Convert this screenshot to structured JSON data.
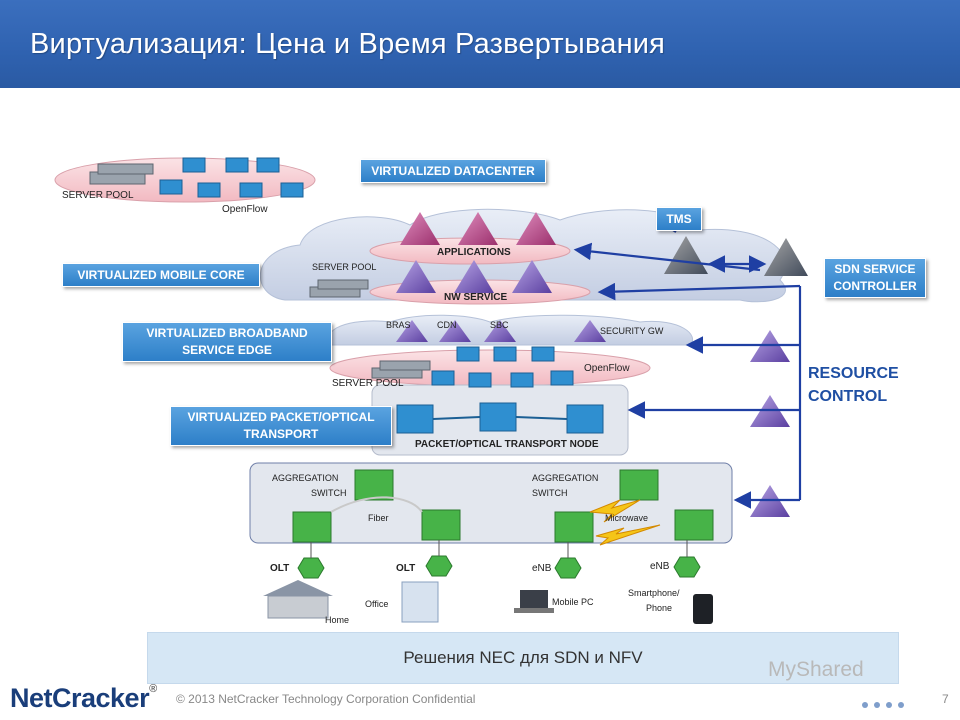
{
  "title": "Виртуализация: Цена и Время Развертывания",
  "boxes": {
    "virtualized_datacenter": "VIRTUALIZED DATACENTER",
    "tms": "TMS",
    "virtualized_mobile_core": "VIRTUALIZED MOBILE CORE",
    "sdn_service_controller_1": "SDN SERVICE",
    "sdn_service_controller_2": "CONTROLLER",
    "virtualized_broadband_1": "VIRTUALIZED BROADBAND",
    "virtualized_broadband_2": "SERVICE EDGE",
    "virtualized_packet_1": "VIRTUALIZED PACKET/OPTICAL",
    "virtualized_packet_2": "TRANSPORT"
  },
  "labels": {
    "server_pool_top": "SERVER POOL",
    "openflow_top": "OpenFlow",
    "applications": "APPLICATIONS",
    "server_pool_mid": "SERVER POOL",
    "nw_service": "NW SERVICE",
    "bras": "BRAS",
    "cdn": "CDN",
    "sbc": "SBC",
    "security_gw": "SECURITY GW",
    "server_pool_edge": "SERVER POOL",
    "openflow_edge": "OpenFlow",
    "packet_node": "PACKET/OPTICAL TRANSPORT NODE",
    "aggregation_1": "AGGREGATION",
    "switch_1": "SWITCH",
    "aggregation_2": "AGGREGATION",
    "switch_2": "SWITCH",
    "fiber": "Fiber",
    "microwave": "Microwave",
    "olt_1": "OLT",
    "olt_2": "OLT",
    "enb_1": "eNB",
    "enb_2": "eNB",
    "home": "Home",
    "office": "Office",
    "mobile_pc": "Mobile PC",
    "smartphone_1": "Smartphone/",
    "smartphone_2": "Phone"
  },
  "resource_control": {
    "line1": "RESOURCE",
    "line2": "CONTROL"
  },
  "banner": "Решения NEC для SDN и NFV",
  "footer": {
    "logo": "NetCracker",
    "reg": "®",
    "copyright": "© 2013  NetCracker Technology Corporation Confidential",
    "page": "7",
    "watermark": "MyShared"
  },
  "colors": {
    "header": "#2f62b0",
    "box": "#2d7fc8",
    "switch_blue": "#2f8fd0",
    "switch_green": "#47b348",
    "triangle_purple": "#8a6fc4",
    "triangle_pink": "#c04a8a",
    "arrow": "#1f3fa3"
  }
}
